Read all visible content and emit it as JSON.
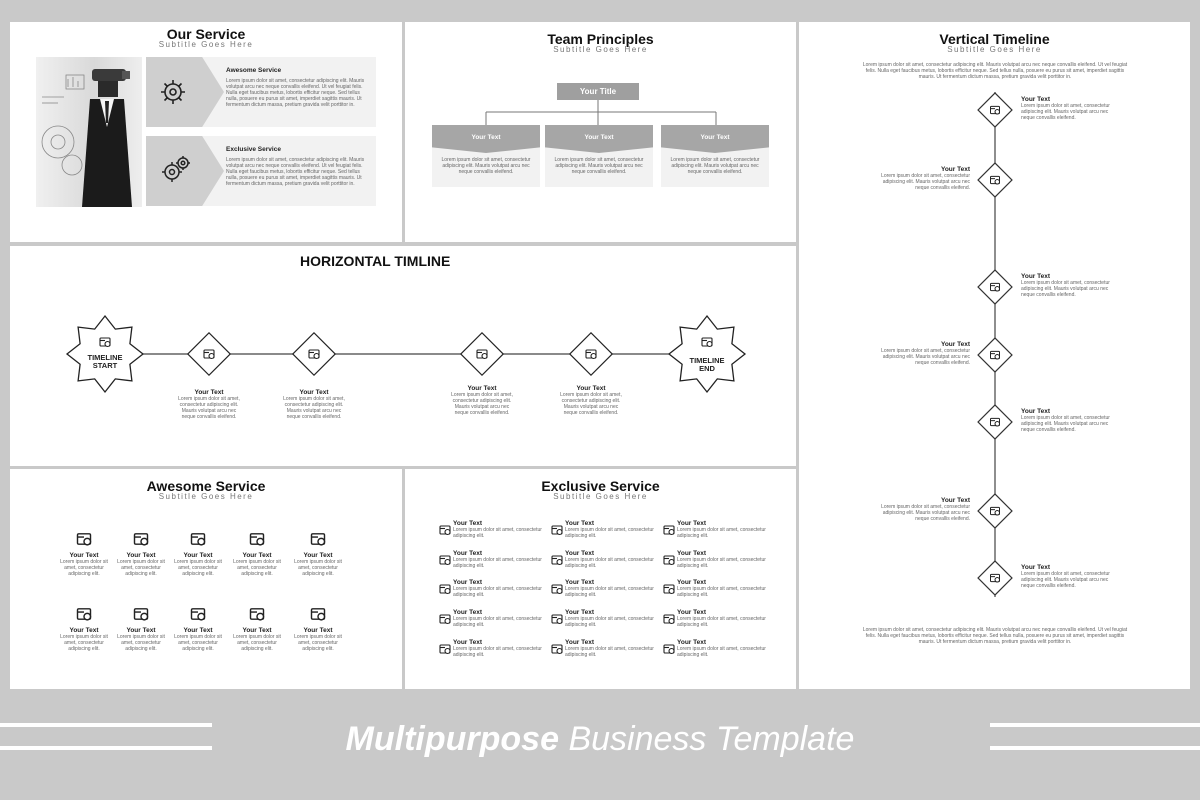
{
  "lorem_short": "Lorem ipsum dolor sit amet, consectetur adipiscing elit.",
  "lorem_mid": "Lorem ipsum dolor sit amet, consectetur adipiscing elit. Mauris volutpat arcu nec neque convallis eleifend.",
  "lorem_long": "Lorem ipsum dolor sit amet, consectetur adipiscing elit. Mauris volutpat arcu nec neque convallis eleifend. Ut vel feugiat felis. Nulla eget faucibus metus, lobortis efficitur neque. Sed tellus nulla, posuere eu purus sit amet, imperdiet sagittis mauris. Ut fermentum dictum massa, pretium gravida velit porttitor in.",
  "our_service": {
    "title": "Our Service",
    "subtitle": "Subtitle Goes Here",
    "items": [
      {
        "title": "Awesome Service"
      },
      {
        "title": "Exclusive Service"
      }
    ]
  },
  "team": {
    "title": "Team Principles",
    "subtitle": "Subtitle Goes Here",
    "top": "Your Title",
    "boxes": [
      {
        "label": "Your Text"
      },
      {
        "label": "Your Text"
      },
      {
        "label": "Your Text"
      }
    ]
  },
  "vertical": {
    "title": "Vertical Timeline",
    "subtitle": "Subtitle Goes Here",
    "item_label": "Your Text",
    "icons": [
      "settings-icon",
      "parachute-icon",
      "target-icon",
      "balloon-icon",
      "touch-icon",
      "hierarchy-icon",
      "presentation-icon"
    ]
  },
  "horizontal": {
    "title": "HORIZONTAL  TIMLINE",
    "start_label": "TIMELINE START",
    "end_label": "TIMELINE END",
    "item_label": "Your Text",
    "icons": [
      "camera-icon",
      "folder-lock-icon",
      "folder-settings-icon",
      "folder-settings-icon",
      "folder-lock-icon",
      "mountain-flag-icon"
    ]
  },
  "awesome": {
    "title": "Awesome Service",
    "subtitle": "Subtitle Goes Here",
    "item_label": "Your Text",
    "icons": [
      "pen-icon",
      "spray-icon",
      "paint-roller-icon",
      "marker-icon",
      "swatch-icon",
      "eraser-icon",
      "brush-icon",
      "nodes-icon",
      "artboard-icon",
      "vector-icon"
    ]
  },
  "exclusive": {
    "title": "Exclusive Service",
    "subtitle": "Subtitle Goes Here",
    "item_label": "Your Text",
    "icons": [
      "wrench-icon",
      "shovel-icon",
      "worker-icon",
      "barrier-icon",
      "hammer-icon",
      "fence-icon",
      "drill-icon",
      "saw-icon",
      "drill-icon",
      "wall-icon",
      "excavator-icon",
      "sign-icon",
      "brick-icon",
      "cone-icon",
      "brick-icon"
    ]
  },
  "banner": {
    "bold": "Multipurpose",
    "light": "Business Template"
  },
  "colors": {
    "background": "#c9c9c9",
    "slide": "#ffffff",
    "accent_gray": "#a6a6a6",
    "line": "#444444"
  }
}
